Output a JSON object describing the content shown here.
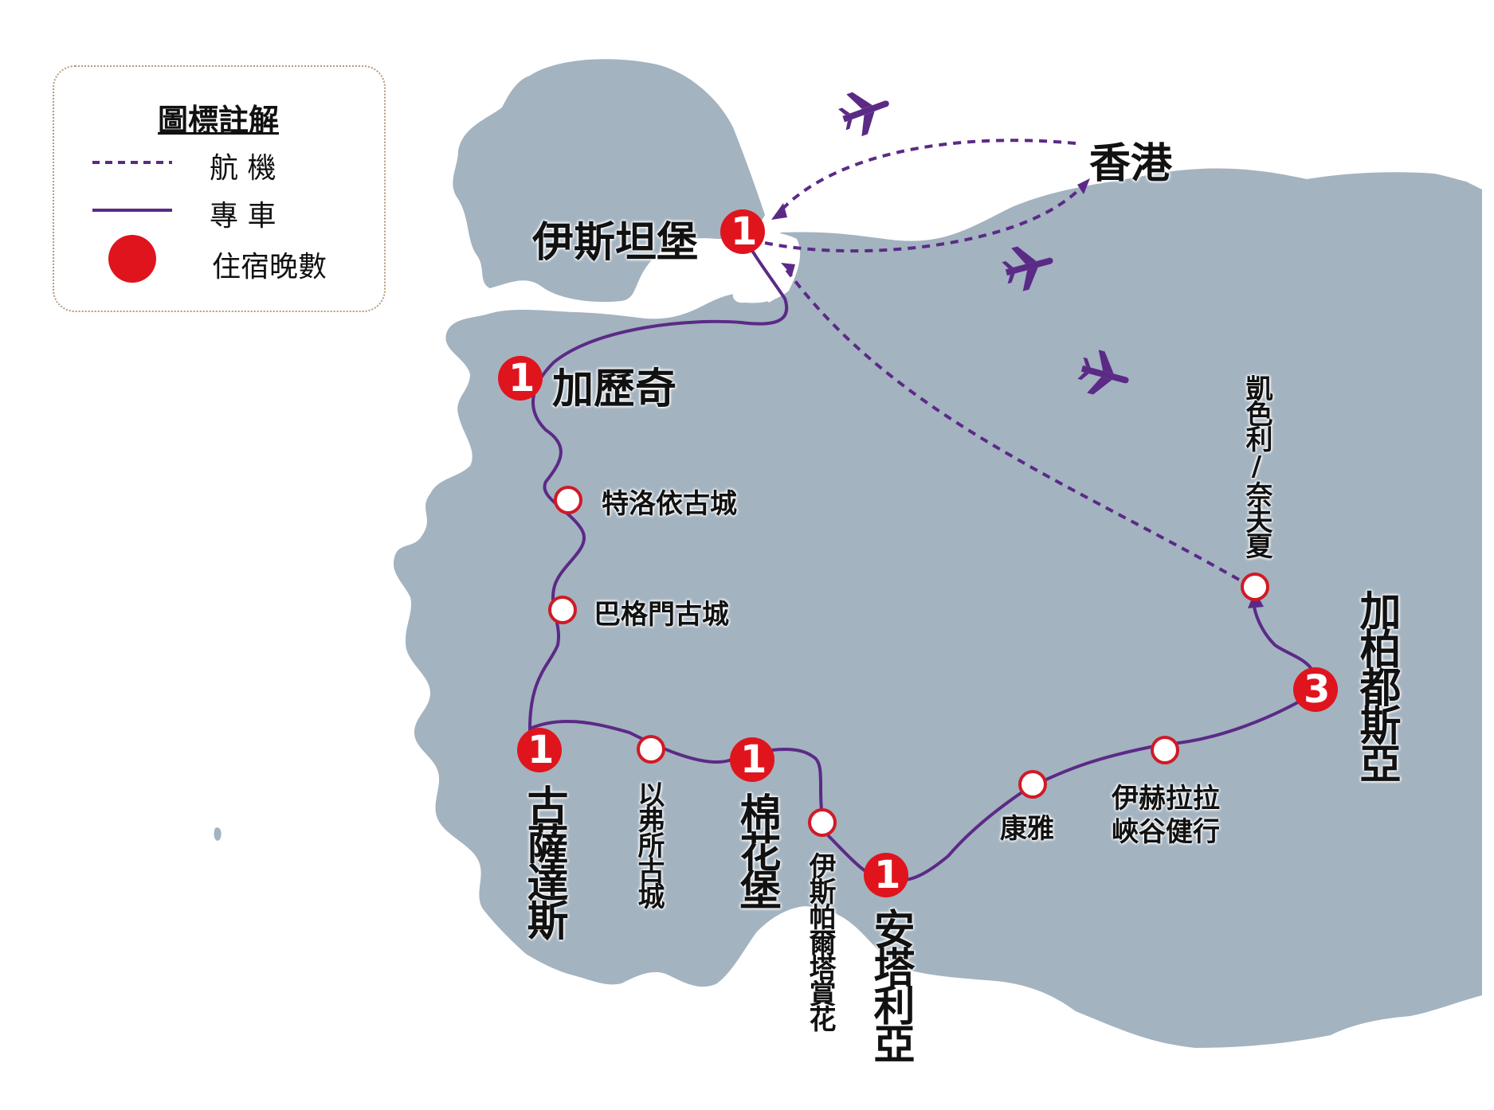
{
  "legend": {
    "title": "圖標註解",
    "items": [
      {
        "type": "flight",
        "label": "航 機"
      },
      {
        "type": "coach",
        "label": "專 車"
      },
      {
        "type": "nights",
        "label": "住宿晚數"
      }
    ]
  },
  "colors": {
    "land": "#a3b3c0",
    "route": "#5b2a86",
    "night_marker": "#e0141d",
    "stop_marker_border": "#d01a26"
  },
  "overnight_stops": [
    {
      "name": "伊斯坦堡",
      "nights": "1"
    },
    {
      "name": "加歷奇",
      "nights": "1"
    },
    {
      "name": "古薩達斯",
      "nights": "1"
    },
    {
      "name": "棉花堡",
      "nights": "1"
    },
    {
      "name": "安塔利亞",
      "nights": "1"
    },
    {
      "name": "加柏都斯亞",
      "nights": "3"
    }
  ],
  "visit_stops": [
    {
      "name": "特洛依古城"
    },
    {
      "name": "巴格門古城"
    },
    {
      "name": "以弗所古城"
    },
    {
      "name": "伊斯帕爾塔賞花"
    },
    {
      "name": "康雅"
    },
    {
      "name": "伊赫拉拉峽谷健行",
      "line1": "伊赫拉拉",
      "line2": "峽谷健行"
    },
    {
      "name": "凱色利/奈夫夏"
    }
  ],
  "hong_kong": "香港",
  "icons": [
    "airplane-icon",
    "airplane-icon",
    "airplane-icon"
  ]
}
